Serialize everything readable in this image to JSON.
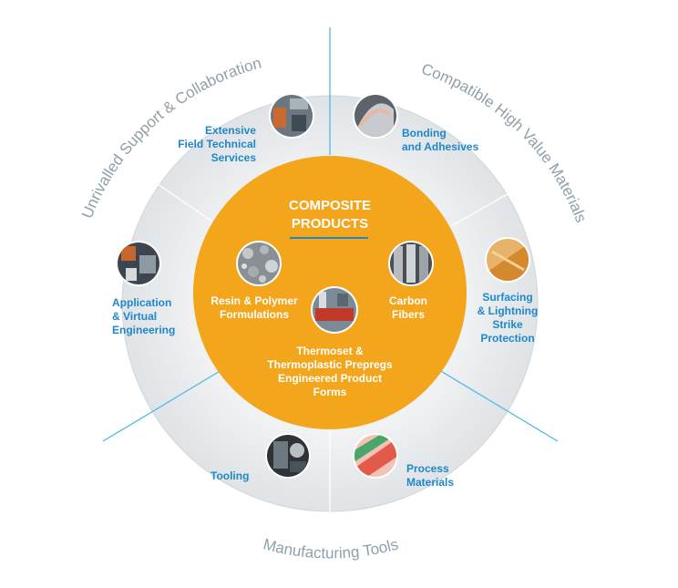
{
  "core": {
    "title_line1": "COMPOSITE",
    "title_line2": "PRODUCTS",
    "items": {
      "resin_line1": "Resin & Polymer",
      "resin_line2": "Formulations",
      "carbon_line1": "Carbon",
      "carbon_line2": "Fibers",
      "thermo_line1": "Thermoset &",
      "thermo_line2": "Thermoplastic Prepregs",
      "thermo_line3": "Engineered Product",
      "thermo_line4": "Forms"
    }
  },
  "sections": {
    "support": "Unrivalled Support & Collaboration",
    "materials": "Compatible High Value Materials",
    "tools": "Manufacturing Tools"
  },
  "outer": {
    "field_line1": "Extensive",
    "field_line2": "Field  Technical",
    "field_line3": "Services",
    "bonding_line1": "Bonding",
    "bonding_line2": "and Adhesives",
    "app_line1": "Application",
    "app_line2": "& Virtual",
    "app_line3": "Engineering",
    "surfacing_line1": "Surfacing",
    "surfacing_line2": "& Lightning",
    "surfacing_line3": "Strike",
    "surfacing_line4": "Protection",
    "tooling": "Tooling",
    "process_line1": "Process",
    "process_line2": "Materials"
  },
  "colors": {
    "core_orange": "#f3a51b",
    "accent_blue": "#1e88c8",
    "ring_gray": "#e6e9eb",
    "divider_blue": "#4fb8e3"
  }
}
